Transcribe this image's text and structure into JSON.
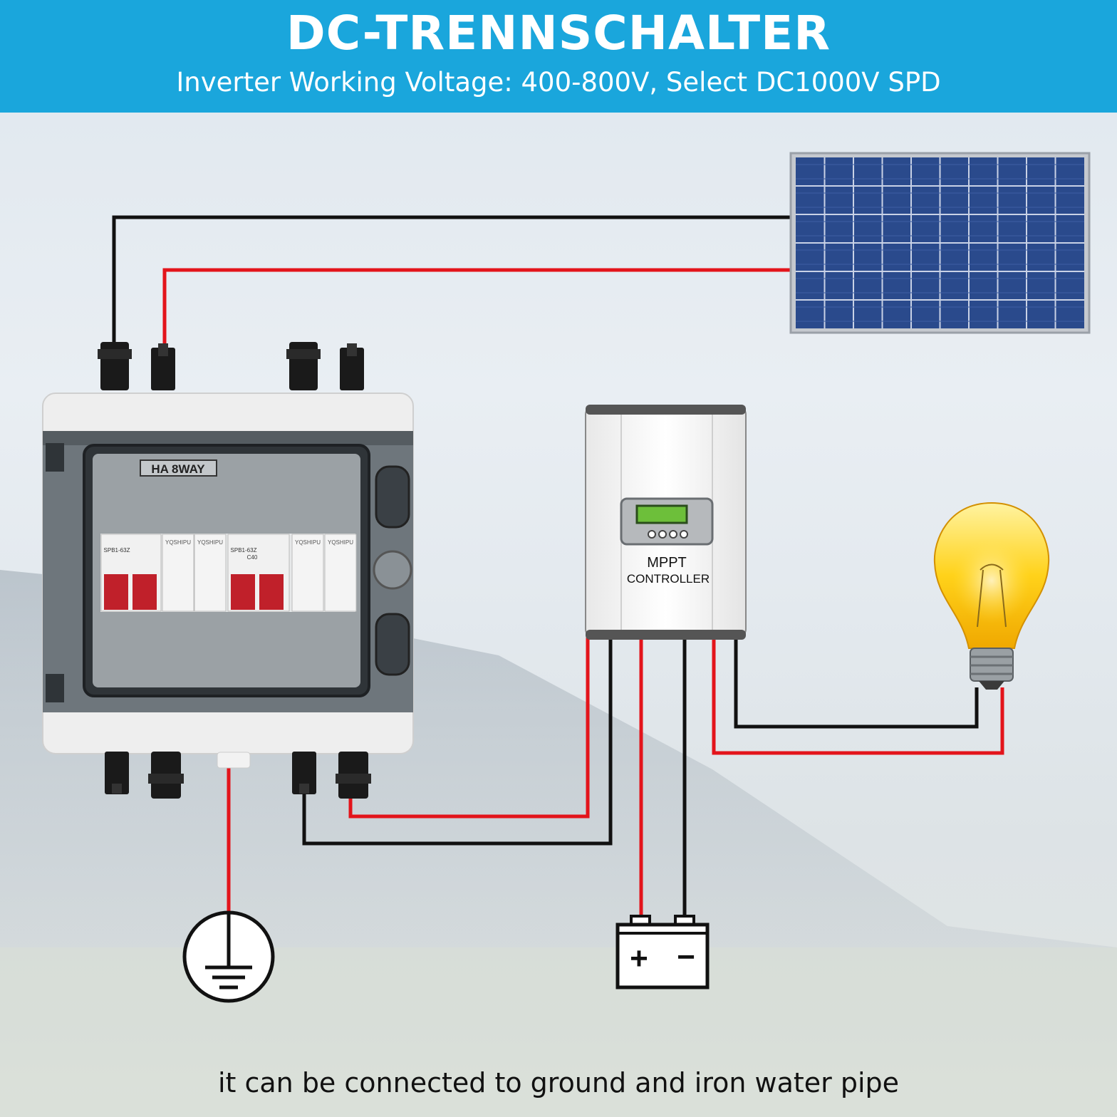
{
  "header": {
    "title": "DC-TRENNSCHALTER",
    "subtitle": "Inverter Working Voltage: 400-800V, Select DC1000V SPD"
  },
  "combiner_box": {
    "label": "HA 8WAY",
    "breaker_brand": "YQSHIPU",
    "breaker_model": "SPB1-63Z",
    "breaker_rating": "C40"
  },
  "controller": {
    "line1": "MPPT",
    "line2": "CONTROLLER"
  },
  "battery": {
    "plus": "+",
    "minus": "−"
  },
  "caption": "it can be connected to ground and iron water pipe",
  "colors": {
    "banner": "#1aa6dc",
    "wire_red": "#e3141b",
    "wire_black": "#111111",
    "solar_cell": "#2a4a8c"
  }
}
